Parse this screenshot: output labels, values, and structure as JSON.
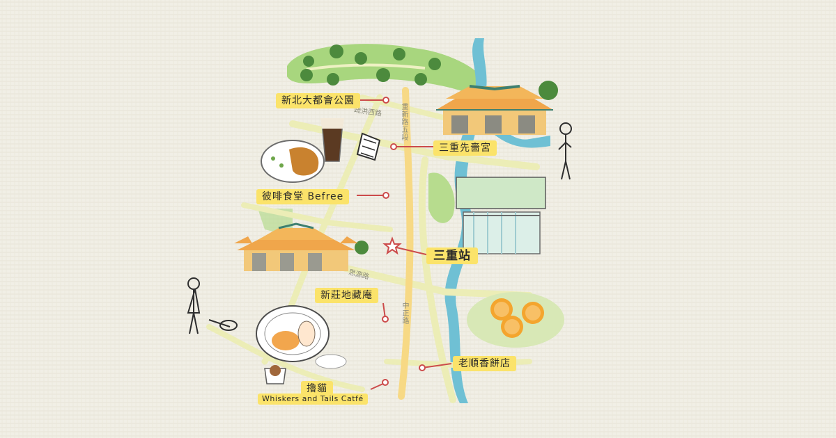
{
  "colors": {
    "background": "#f1efe6",
    "park_green": "#a8d67e",
    "road_light": "#ecedb6",
    "road_main": "#f7d985",
    "river": "#6fc0d4",
    "label_yellow": "#fbe36a",
    "pin_red": "#cc4b4b"
  },
  "map": {
    "places": [
      {
        "id": "park",
        "label": "新北大都會公園"
      },
      {
        "id": "sanchong-temple",
        "label": "三重先嗇宮"
      },
      {
        "id": "befree",
        "label": "彼啡食堂 Befree"
      },
      {
        "id": "station",
        "label": "三重站"
      },
      {
        "id": "dizang",
        "label": "新莊地藏庵"
      },
      {
        "id": "pastry",
        "label": "老順香餅店"
      },
      {
        "id": "cat-cafe",
        "label": "擼貓"
      },
      {
        "id": "cat-cafe-en",
        "label": "Whiskers and Tails Catfé"
      }
    ],
    "roads": [
      {
        "id": "road-a",
        "name": "疏洪西路"
      },
      {
        "id": "road-b",
        "name": "重新路五段"
      },
      {
        "id": "road-c",
        "name": "思源路"
      },
      {
        "id": "road-d",
        "name": "中正路"
      }
    ]
  }
}
